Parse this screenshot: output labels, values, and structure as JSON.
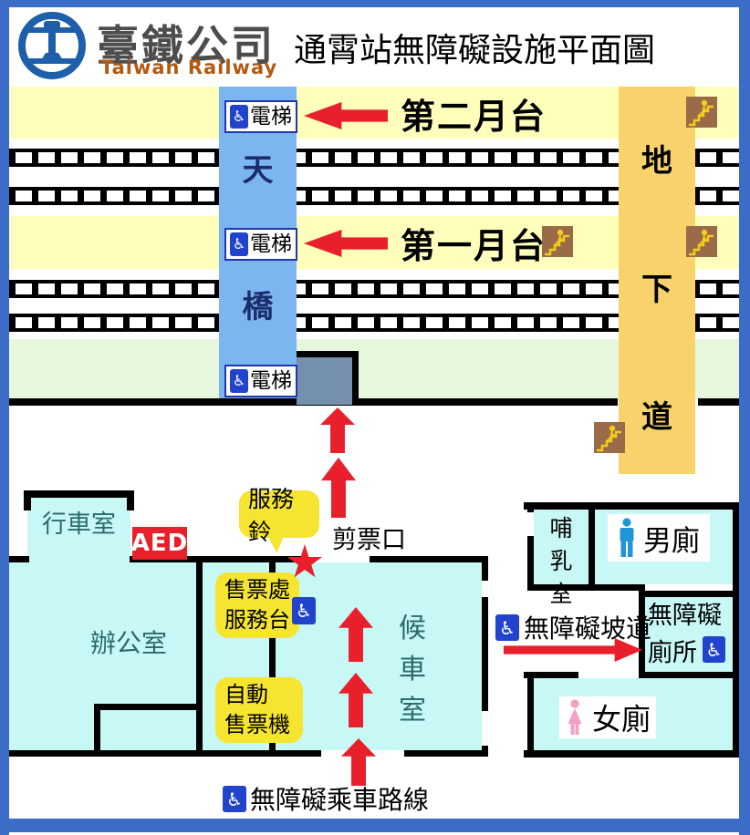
{
  "header": {
    "brand_title": "臺鐵公司",
    "brand_subtitle": "Taiwan Railway",
    "page_title": "通霄站無障礙設施平面圖"
  },
  "platforms": {
    "platform2_label": "第二月台",
    "platform1_label": "第一月台"
  },
  "footbridge": {
    "elevator_label": "電梯",
    "chars": [
      "天",
      "橋"
    ]
  },
  "underpass": {
    "chars": [
      "地",
      "下",
      "道"
    ]
  },
  "station": {
    "operation_room": "行車室",
    "aed_label": "AED",
    "office": "辦公室",
    "service_bell": "服務鈴",
    "ticket_gate": "剪票口",
    "ticket_office_line1": "售票處",
    "ticket_office_line2": "服務台",
    "ticket_machine_line1": "自動",
    "ticket_machine_line2": "售票機",
    "waiting_room_chars": [
      "候",
      "車",
      "室"
    ],
    "nursing_room_chars": [
      "哺",
      "乳",
      "室"
    ],
    "mens_toilet": "男廁",
    "womens_toilet": "女廁",
    "accessible_ramp": "無障礙坡道",
    "accessible_toilet_line1": "無障礙",
    "accessible_toilet_line2": "廁所",
    "route_legend": "無障礙乘車路線"
  },
  "icons": {
    "wheelchair_glyph": "♿",
    "wheelchair_icon": "wheelchair accessibility symbol",
    "stairs_icon": "person climbing stairs",
    "man_icon": "male figure",
    "woman_icon": "female figure",
    "logo_icon": "taiwan-railway-emblem"
  },
  "colors": {
    "frame_blue": "#3a6cc8",
    "platform_yellow": "#ffffbb",
    "footbridge_blue": "#7cb6f1",
    "underpass_orange": "#f8d36c",
    "concourse_green": "#e6f7de",
    "room_cyan": "#c8f8f6",
    "elevator_landing_gray": "#7590ac",
    "accent_red": "#e8202c",
    "label_yellow": "#f5e531",
    "icon_blue": "#2244cc",
    "man_blue": "#2196d6",
    "woman_pink": "#f2a0c4",
    "stairs_brown": "#9a6b47",
    "brand_gray": "#4d4d4d",
    "brand_orange": "#b05a12",
    "room_text_teal": "#2d6b6b"
  }
}
